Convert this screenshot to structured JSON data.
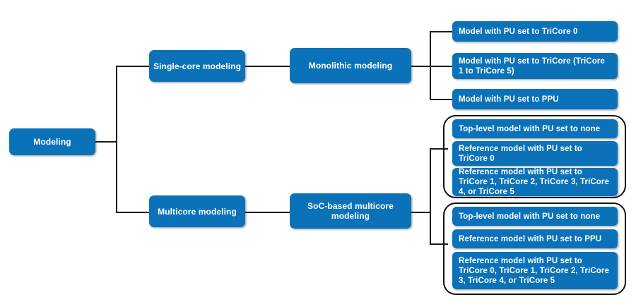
{
  "diagram": {
    "title": "Modeling approaches tree",
    "colors": {
      "node_fill": "#0b72ba",
      "node_text": "#ffffff",
      "connector": "#1a1a1a",
      "group_border": "#111111",
      "background": "#ffffff"
    },
    "root": {
      "label": "Modeling"
    },
    "branches": [
      {
        "level1": {
          "label": "Single-core modeling"
        },
        "level2": {
          "label": "Monolithic modeling"
        },
        "leaves": [
          {
            "label": "Model with PU set to TriCore 0"
          },
          {
            "label": "Model with PU set to TriCore (TriCore 1 to TriCore 5)"
          },
          {
            "label": "Model with PU set to PPU"
          }
        ]
      },
      {
        "level1": {
          "label": "Multicore modeling"
        },
        "level2": {
          "label": "SoC-based multicore modeling"
        },
        "groups": [
          {
            "name": "group-one",
            "leaves": [
              {
                "label": "Top-level model with PU set to none"
              },
              {
                "label": "Reference model with PU set to TriCore 0"
              },
              {
                "label": "Reference model with PU set to TriCore 1, TriCore 2, TriCore 3, TriCore 4, or TriCore 5"
              }
            ]
          },
          {
            "name": "group-two",
            "leaves": [
              {
                "label": "Top-level model with PU set to none"
              },
              {
                "label": "Reference model with PU set to PPU"
              },
              {
                "label": "Reference model with PU set to TriCore 0, TriCore 1, TriCore 2, TriCore 3, TriCore 4, or TriCore 5"
              }
            ]
          }
        ]
      }
    ]
  }
}
